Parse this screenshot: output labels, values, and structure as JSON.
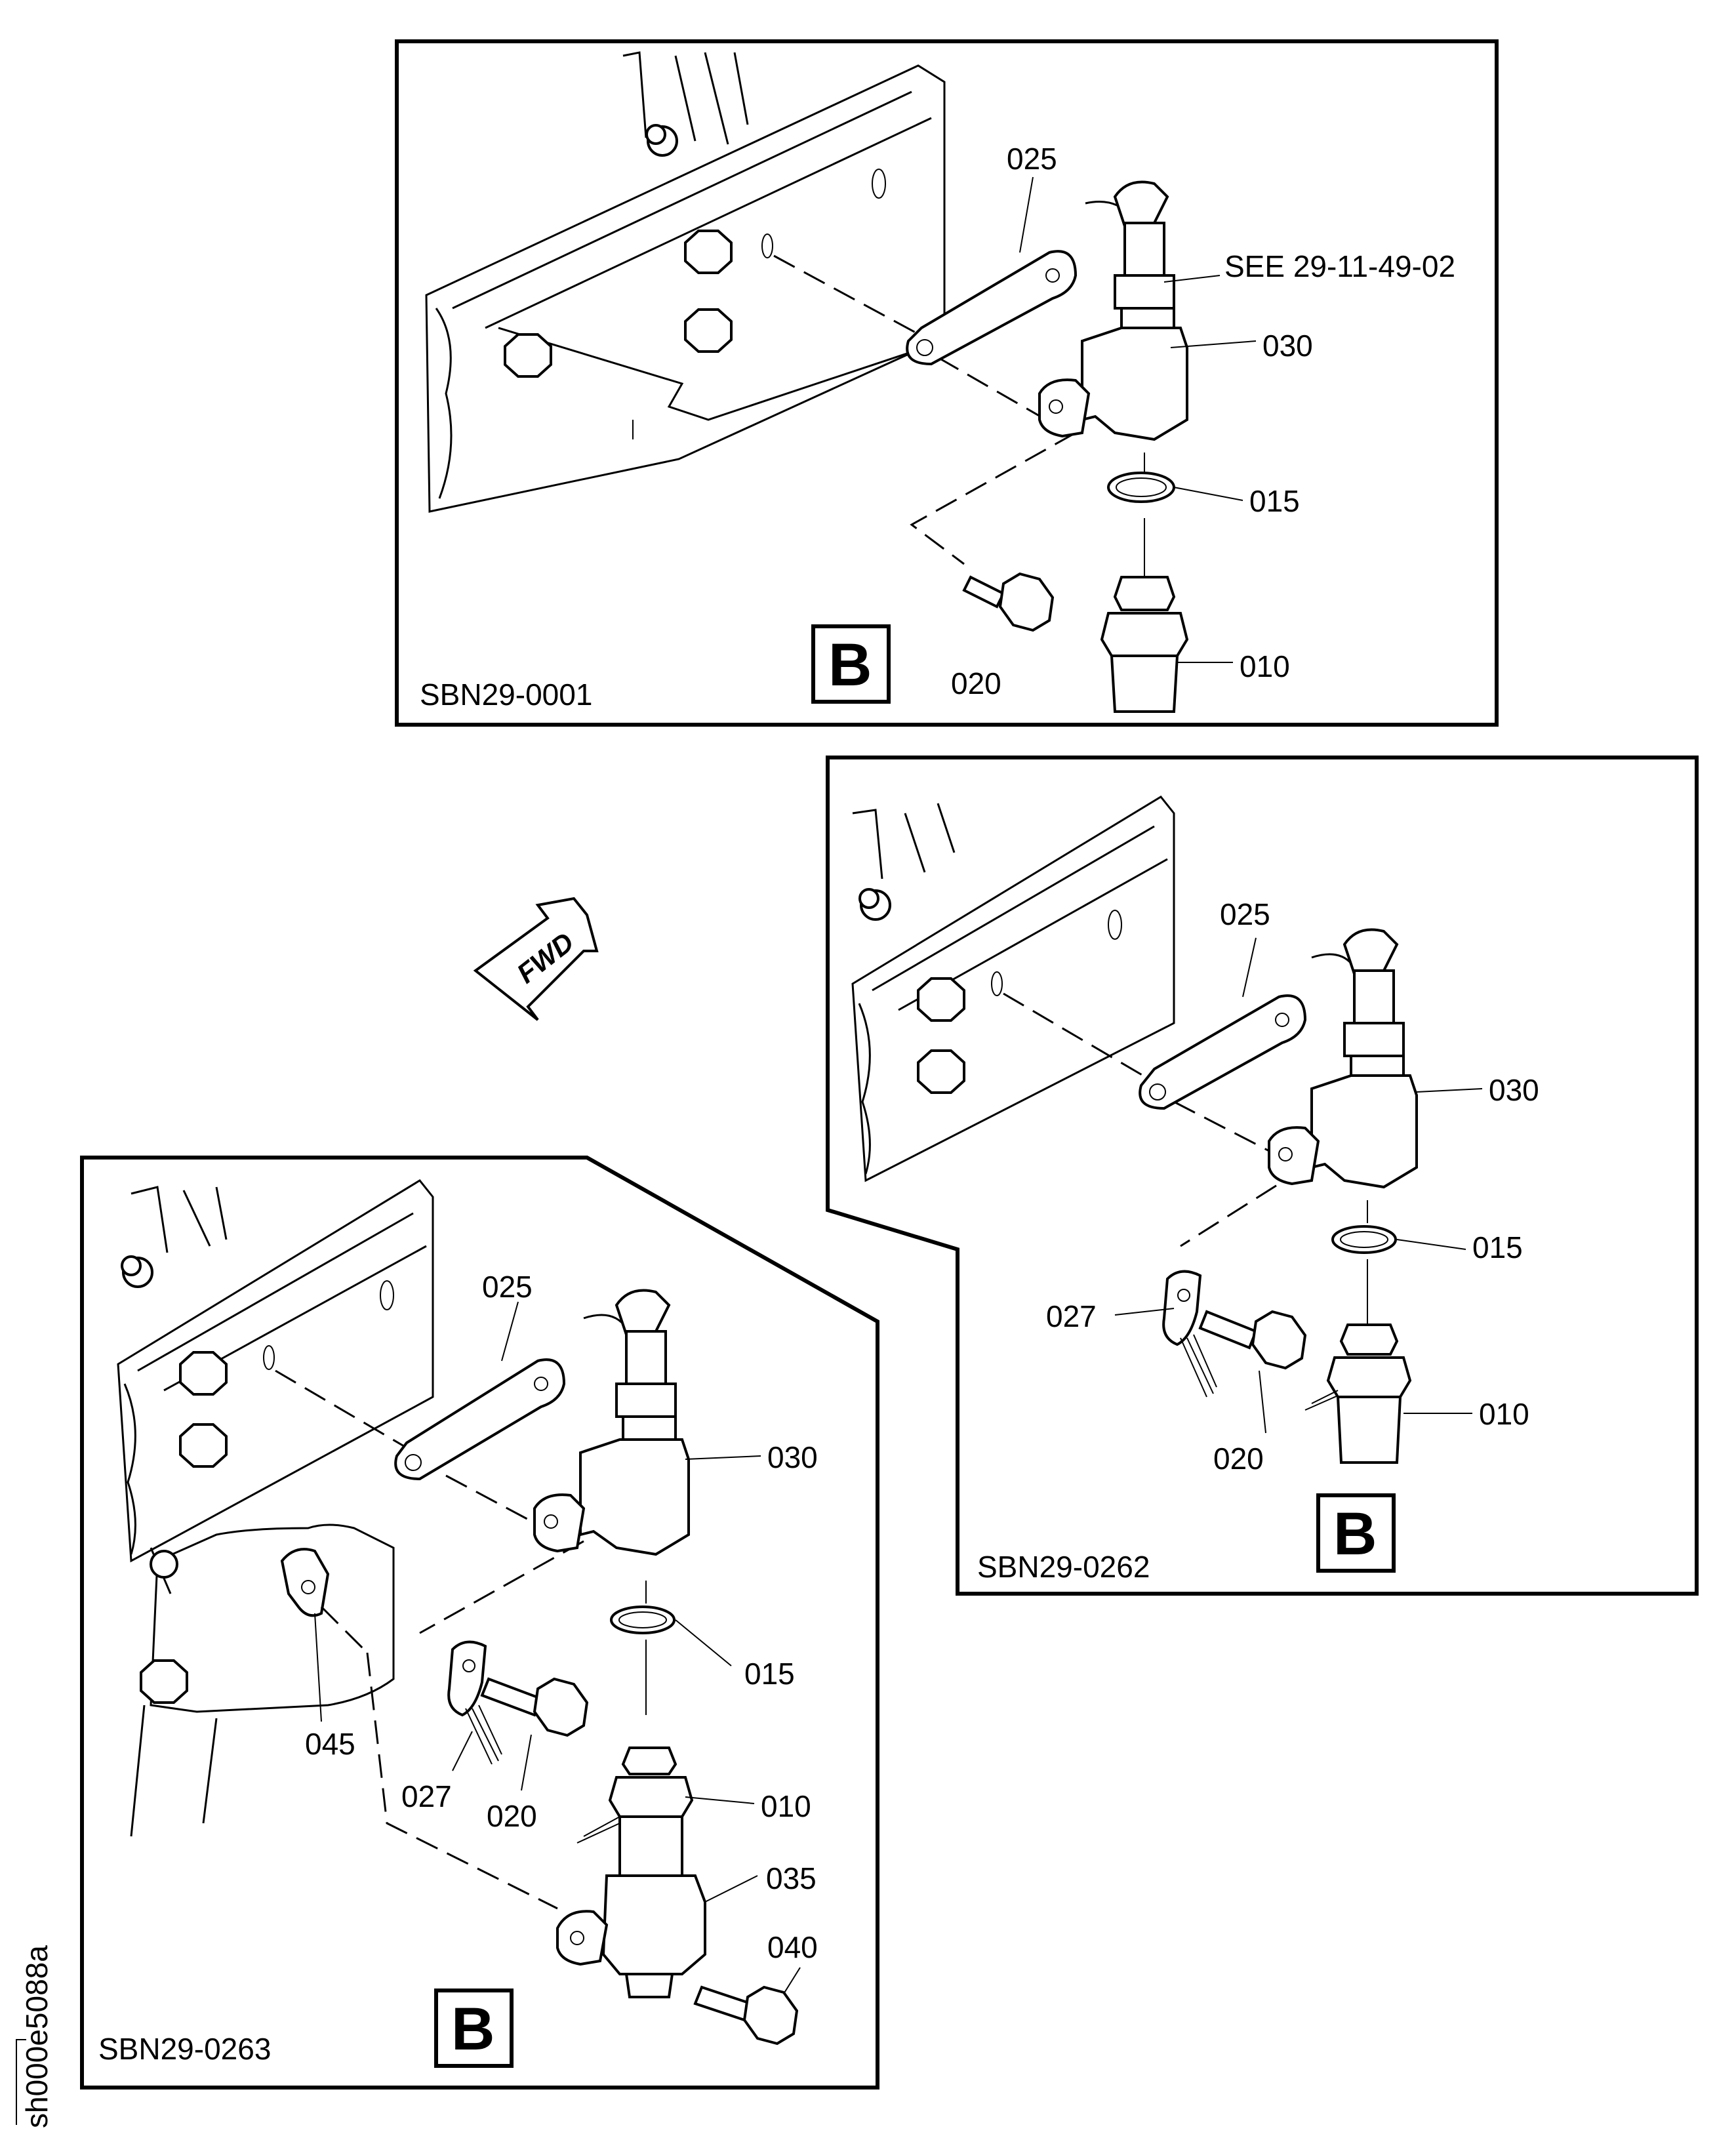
{
  "panels": [
    {
      "id": "SBN29-0001",
      "letter": "B",
      "callouts": [
        "025",
        "SEE 29-11-49-02",
        "030",
        "015",
        "010",
        "020"
      ]
    },
    {
      "id": "SBN29-0262",
      "letter": "B",
      "callouts": [
        "025",
        "030",
        "015",
        "027",
        "020",
        "010"
      ]
    },
    {
      "id": "SBN29-0263",
      "letter": "B",
      "callouts": [
        "025",
        "030",
        "015",
        "045",
        "027",
        "020",
        "010",
        "035",
        "040"
      ]
    }
  ],
  "fwd_arrow": "FWD",
  "sheet_id": "sh000e5088a"
}
